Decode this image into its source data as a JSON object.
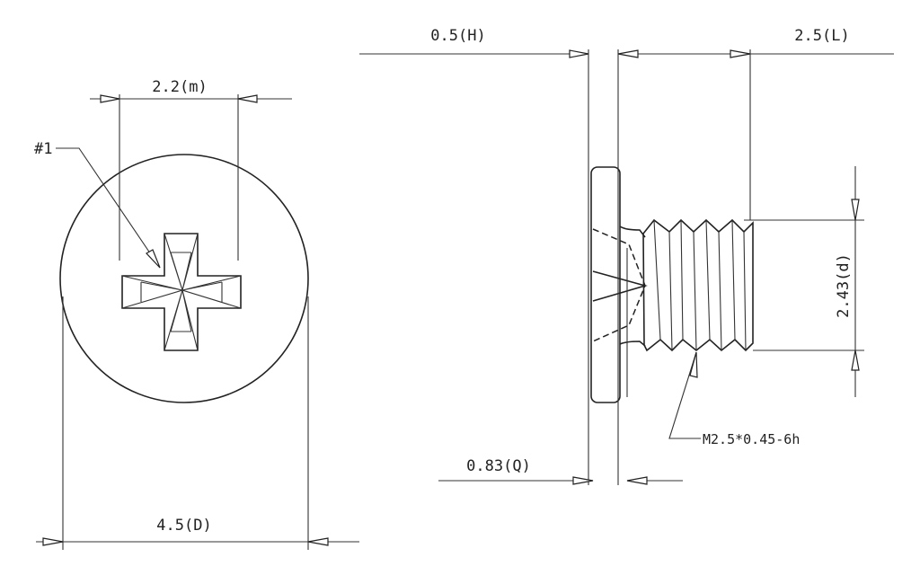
{
  "front_view": {
    "drive_label": "#1",
    "recess_width_label": "2.2(m)",
    "head_diameter_label": "4.5(D)"
  },
  "side_view": {
    "head_height_label": "0.5(H)",
    "length_label": "2.5(L)",
    "thread_diameter_label": "2.43(d)",
    "thread_spec_label": "M2.5*0.45-6h",
    "flange_label": "0.83(Q)"
  }
}
